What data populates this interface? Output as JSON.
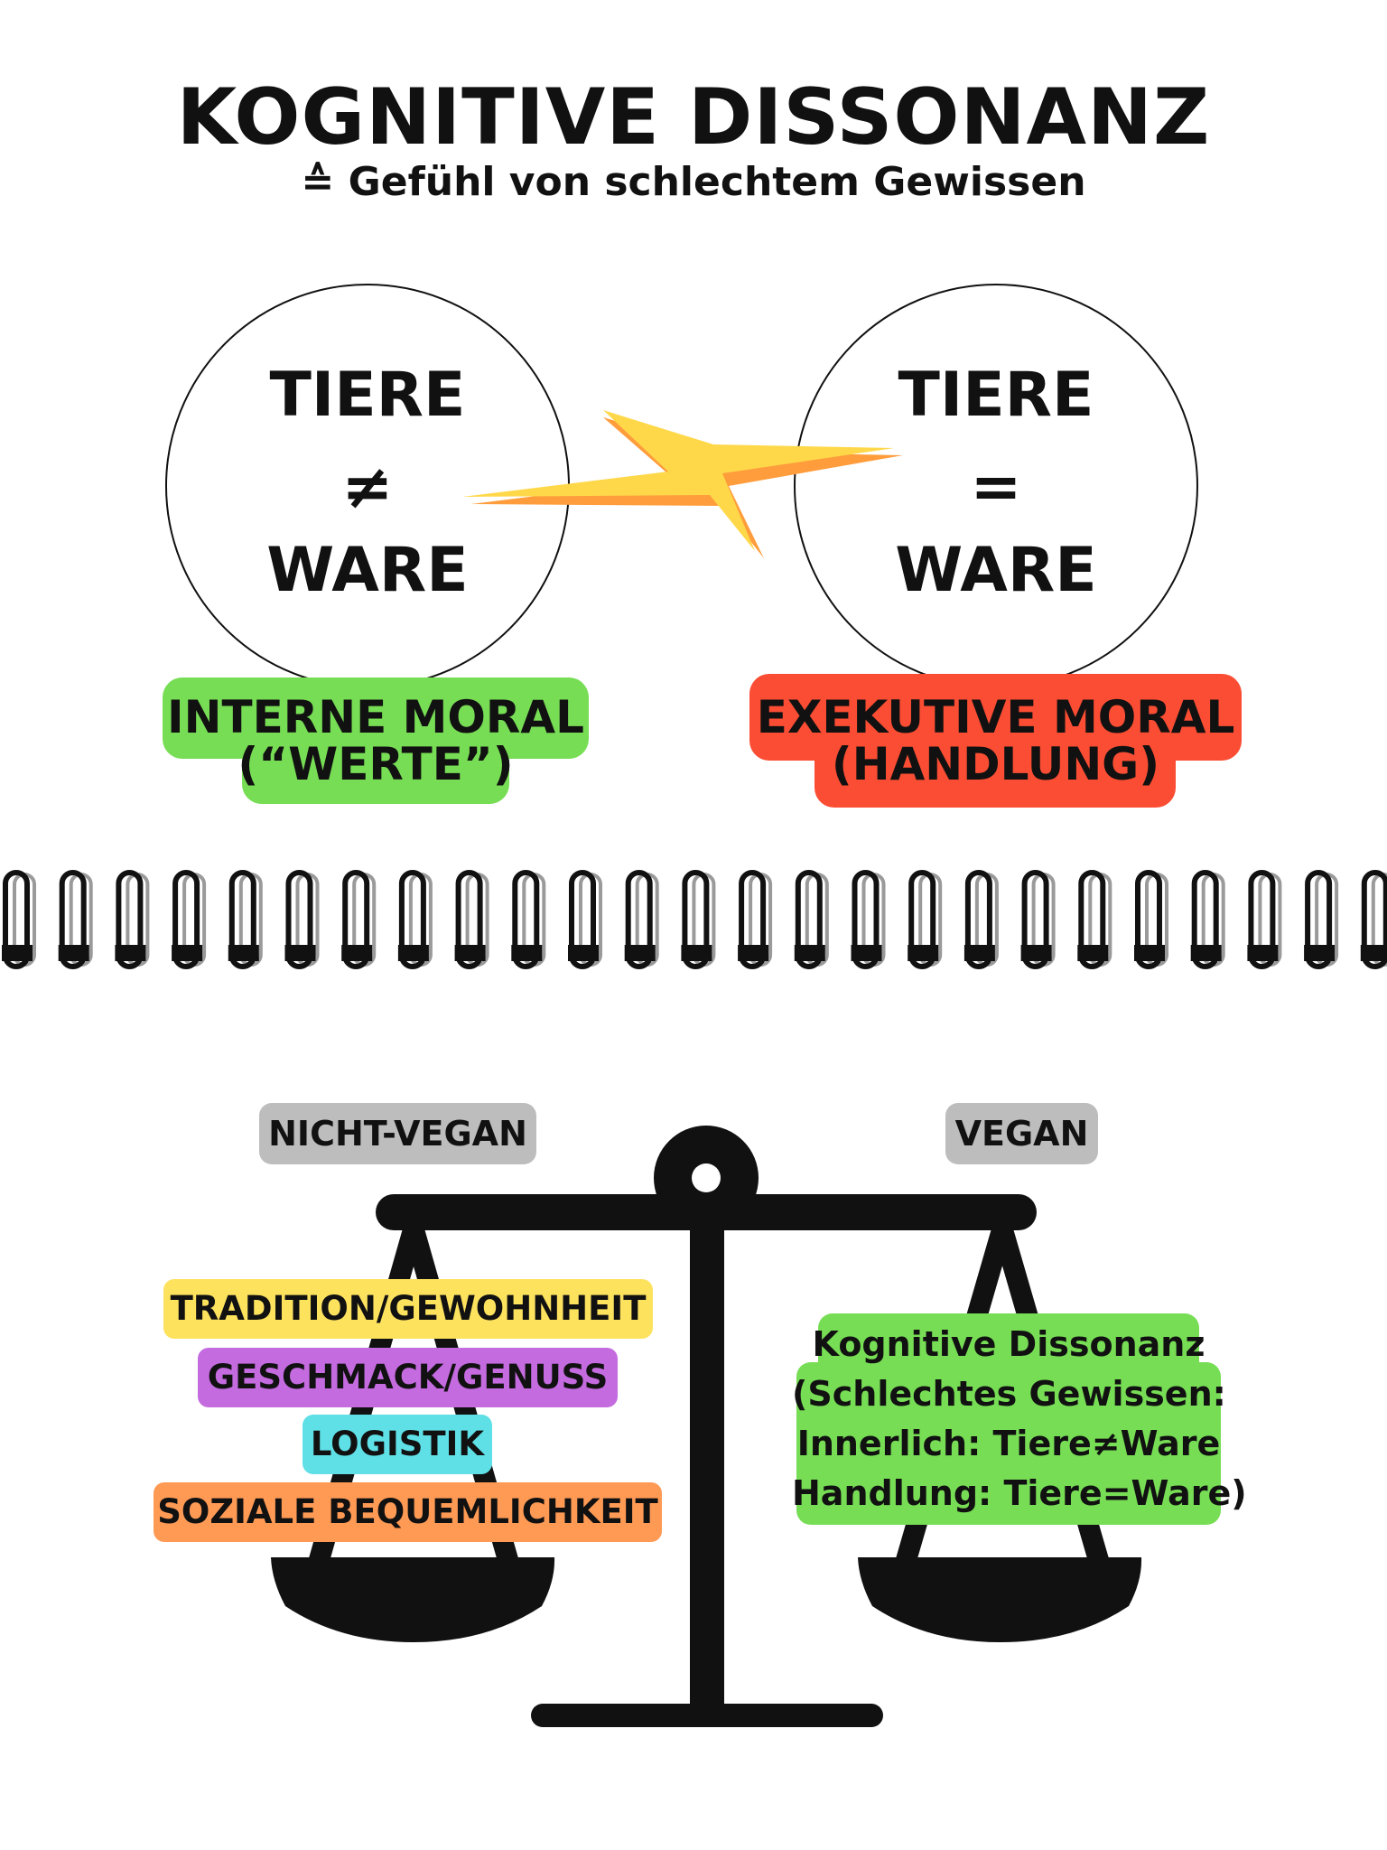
{
  "header": {
    "title": "KOGNITIVE DISSONANZ",
    "subtitle": "≙ Gefühl von schlechtem Gewissen"
  },
  "left_circle": {
    "top": "TIERE",
    "symbol": "≠",
    "bottom": "WARE",
    "label_line1": "INTERNE MORAL",
    "label_line2": "(“WERTE”)"
  },
  "right_circle": {
    "top": "TIERE",
    "symbol": "=",
    "bottom": "WARE",
    "label_line1": "EXEKUTIVE MORAL",
    "label_line2": "(HANDLUNG)"
  },
  "scale": {
    "left_tag": "NICHT-VEGAN",
    "right_tag": "VEGAN",
    "factors": [
      "TRADITION/GEWOHNHEIT",
      "GESCHMACK/GENUSS",
      "LOGISTIK",
      "SOZIALE BEQUEMLICHKEIT"
    ],
    "dissonance_lines": [
      "Kognitive Dissonanz",
      "(Schlechtes Gewissen:",
      "Innerlich: Tiere≠Ware",
      "Handlung: Tiere=Ware)"
    ]
  },
  "colors": {
    "internal_moral": "#77dd55",
    "executive_moral": "#fa4d33",
    "tag_gray": "#bdbdbd",
    "tradition": "#fde25e",
    "geschmack": "#c46be0",
    "logistik": "#5fe0e6",
    "soziale": "#ff9a55",
    "dissonance_box": "#77dd55",
    "lightning_yellow": "#ffd84a",
    "lightning_orange": "#ff9d3c"
  }
}
